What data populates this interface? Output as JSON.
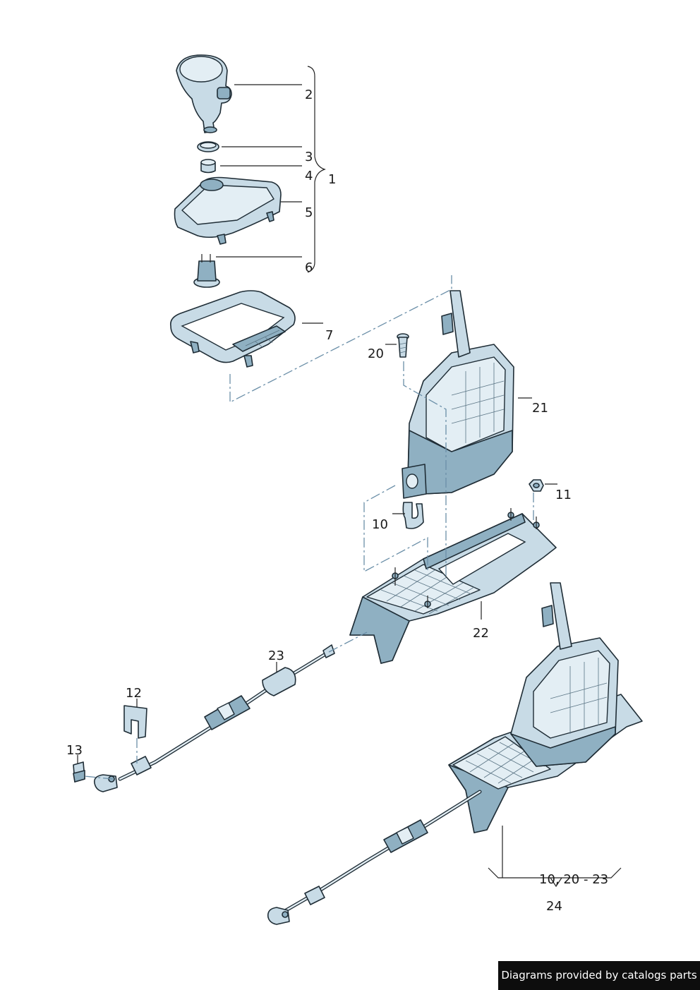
{
  "callouts": {
    "c1": "1",
    "c2": "2",
    "c3": "3",
    "c4": "4",
    "c5": "5",
    "c6": "6",
    "c7": "7",
    "c10": "10",
    "c11": "11",
    "c12": "12",
    "c13": "13",
    "c20": "20",
    "c21": "21",
    "c22": "22",
    "c23": "23",
    "c24": "24",
    "c_range": "10, 20 - 23"
  },
  "footer": {
    "text": "Diagrams provided by catalogs parts"
  },
  "colors": {
    "part_fill": "#c8dbe6",
    "part_shade": "#8fb0c2",
    "outline": "#1f2d36",
    "dash_line": "#6b8fa8",
    "footer_bg": "#0d0d0d"
  }
}
